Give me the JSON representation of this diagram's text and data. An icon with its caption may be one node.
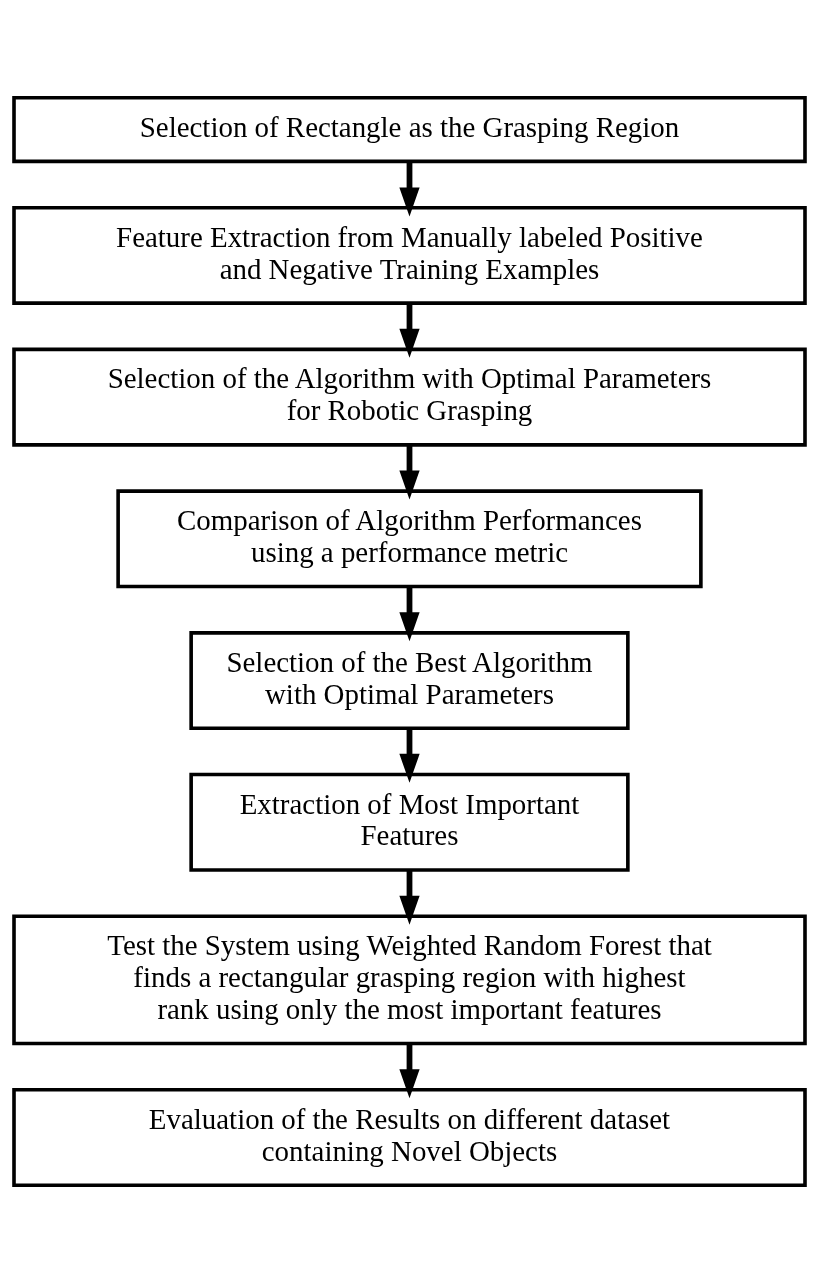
{
  "diagram": {
    "nodes": [
      {
        "text": [
          "Selection of Rectangle as the Grasping Region"
        ]
      },
      {
        "text": [
          "Feature Extraction from Manually labeled Positive and Negative Training Examples"
        ]
      },
      {
        "text": [
          "Selection of the Algorithm with Optimal Parameters for Robotic Grasping"
        ]
      },
      {
        "text": [
          "Comparison of Algorithm Performances using a performance metric"
        ]
      },
      {
        "text": [
          "Selection of the Best Algorithm with Optimal Parameters"
        ]
      },
      {
        "text": [
          "Extraction of Most Important Features"
        ]
      },
      {
        "text": [
          "Test the System using Weighted Random Forest that finds a rectangular grasping region with highest rank using only the most important features"
        ]
      },
      {
        "text": [
          "Evaluation of the Results on different dataset containing Novel Objects"
        ]
      }
    ],
    "edges": [
      {
        "from": 0,
        "to": 1,
        "arrow": "to"
      },
      {
        "from": 1,
        "to": 2,
        "arrow": "to"
      },
      {
        "from": 2,
        "to": 3,
        "arrow": "to"
      },
      {
        "from": 3,
        "to": 4,
        "arrow": "to"
      },
      {
        "from": 4,
        "to": 5,
        "arrow": "to"
      },
      {
        "from": 5,
        "to": 6,
        "arrow": "to"
      },
      {
        "from": 6,
        "to": 7,
        "arrow": "to"
      }
    ]
  }
}
